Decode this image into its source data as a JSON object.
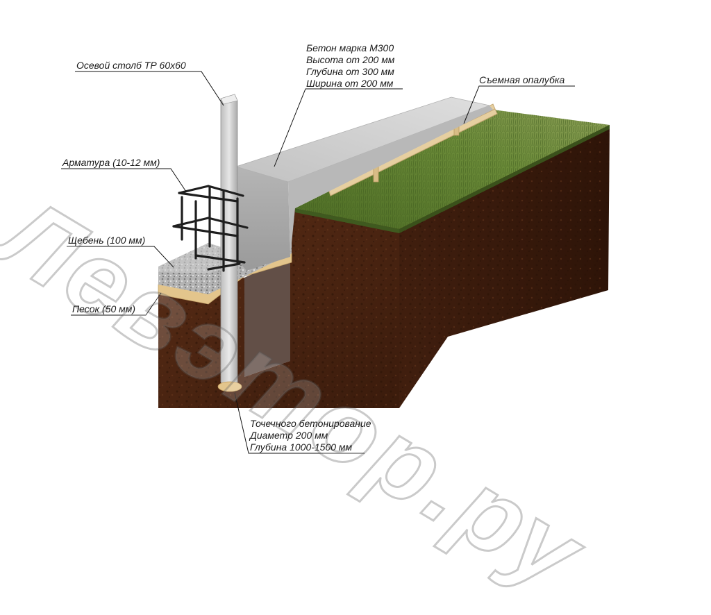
{
  "labels": {
    "axial_post": "Осевой столб ТР 60x60",
    "concrete": [
      "Бетон марка М300",
      "Высота от 200 мм",
      "Глубина от 300 мм",
      "Ширина от 200 мм"
    ],
    "formwork": "Съемная опалубка",
    "rebar": "Арматура (10-12 мм)",
    "gravel": "Щебень (100 мм)",
    "sand": "Песок (50 мм)",
    "point_concreting": [
      "Точечного бетонирование",
      "Диаметр 200 мм",
      "Глубина 1000-1500 мм"
    ]
  },
  "watermark": "Левэтор.ру",
  "colors": {
    "soil_front": "#4a2412",
    "soil_dark": "#36190b",
    "grass": "#5b7a2e",
    "grass_dark": "#3f5a1f",
    "concrete_top": "#c9c9c9",
    "concrete_side": "#a9a9a9",
    "formwork_wood": "#e6cfa0",
    "gravel": "#b8b8b8",
    "sand": "#e3c58c",
    "rebar": "#1e1e1e",
    "post": "#d8d8d8"
  }
}
